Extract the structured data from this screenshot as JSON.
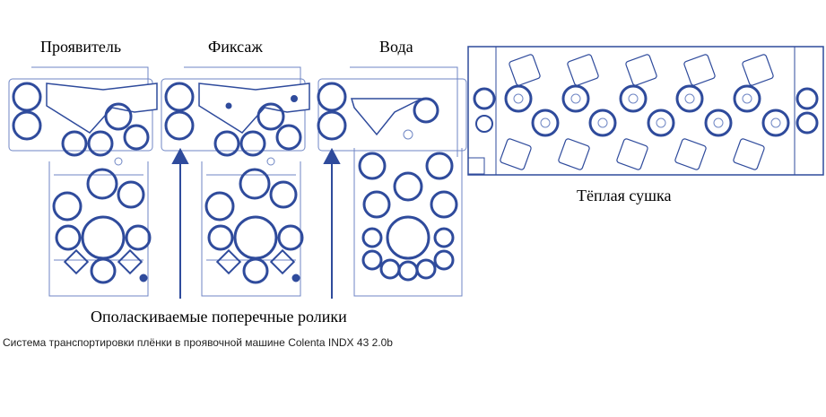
{
  "labels": {
    "developer": "Проявитель",
    "fixer": "Фиксаж",
    "water": "Вода",
    "dryer": "Тёплая сушка",
    "rinse_rollers": "Ополаскиваемые поперечные ролики"
  },
  "caption": "Система транспортировки плёнки в проявочной машине Colenta INDX 43 2.0b",
  "colors": {
    "line": "#2f4b9c",
    "thin": "#6f86c4"
  }
}
